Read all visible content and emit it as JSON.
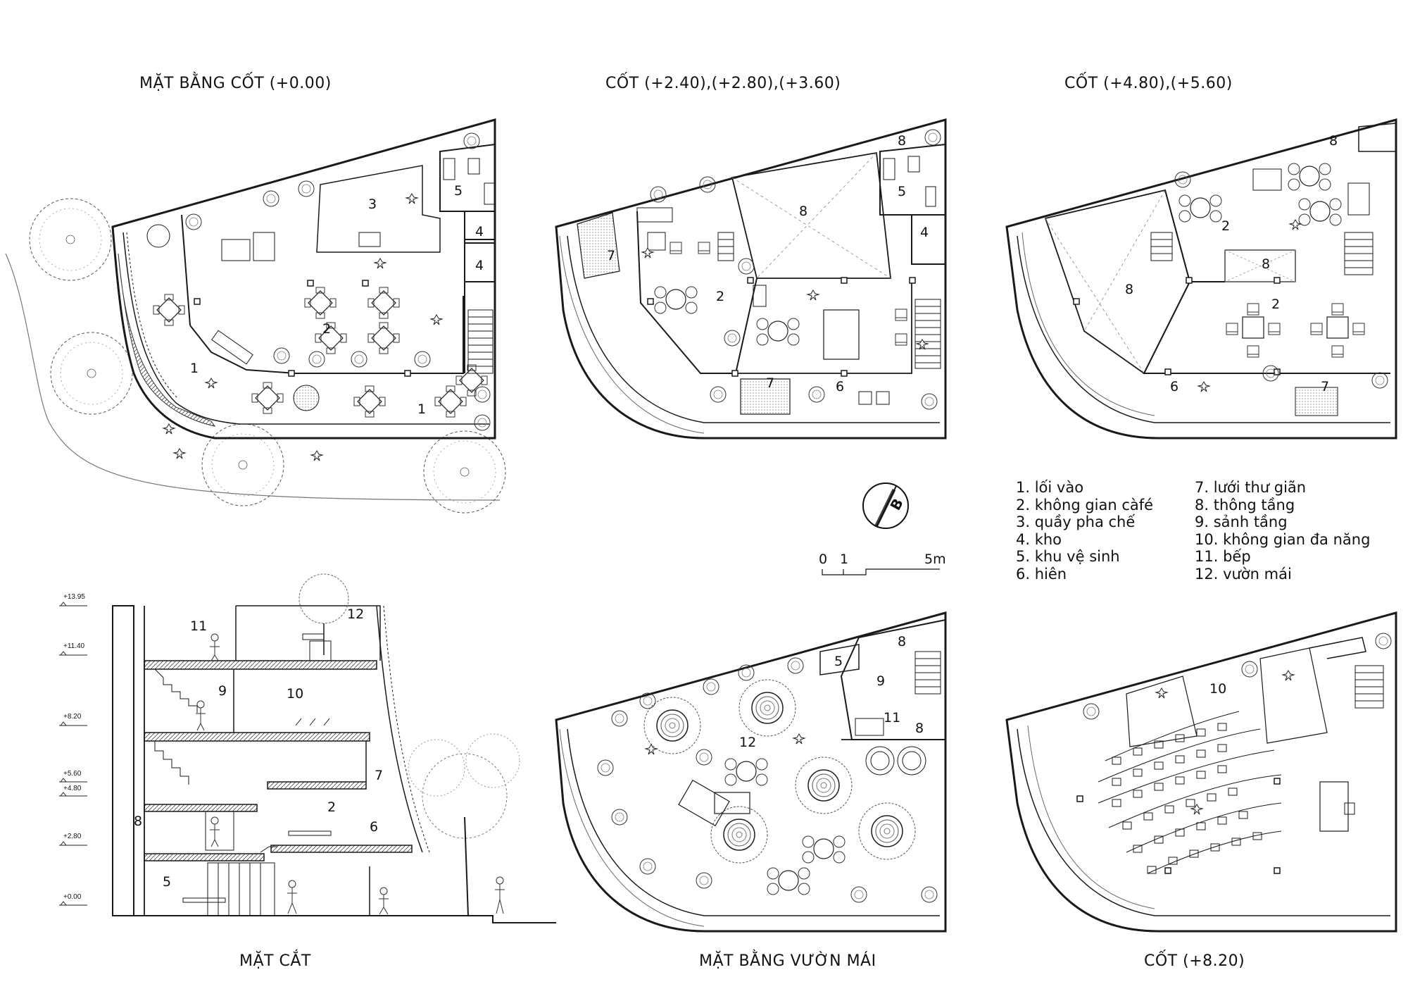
{
  "titles": {
    "plan_ground": "MẶT BẰNG CỐT (+0.00)",
    "plan_mid": "CỐT (+2.40),(+2.80),(+3.60)",
    "plan_upper": "CỐT (+4.80),(+5.60)",
    "section": "MẶT CẮT",
    "plan_roof": "MẶT BẰNG VƯỜN MÁI",
    "plan_top": "CỐT (+8.20)"
  },
  "legend_left": [
    "1. lối vào",
    "2. không gian càfé",
    "3. quầy pha chế",
    "4. kho",
    "5. khu vệ sinh",
    "6. hiên"
  ],
  "legend_right": [
    "7. lưới thư giãn",
    "8. thông tầng",
    "9. sảnh tầng",
    "10. không gian đa năng",
    "11. bếp",
    "12. vườn mái"
  ],
  "north_label": "B",
  "scale": {
    "zero": "0",
    "one": "1",
    "five": "5m"
  },
  "levels": [
    "+13.95",
    "+11.40",
    "+8.20",
    "+5.60",
    "+4.80",
    "+2.80",
    "+0.00"
  ],
  "room_numbers": {
    "g": [
      "3",
      "5",
      "4",
      "4",
      "2",
      "1",
      "1"
    ],
    "m": [
      "8",
      "8",
      "5",
      "4",
      "7",
      "2",
      "7",
      "6"
    ],
    "u": [
      "8",
      "2",
      "8",
      "8",
      "2",
      "6",
      "7"
    ],
    "s": [
      "11",
      "12",
      "9",
      "10",
      "7",
      "2",
      "8",
      "6",
      "5"
    ],
    "r": [
      "8",
      "5",
      "9",
      "11",
      "8",
      "12"
    ],
    "t": [
      "10"
    ]
  },
  "colors": {
    "line": "#1a1a1a",
    "light": "#888888",
    "paper": "#ffffff"
  }
}
